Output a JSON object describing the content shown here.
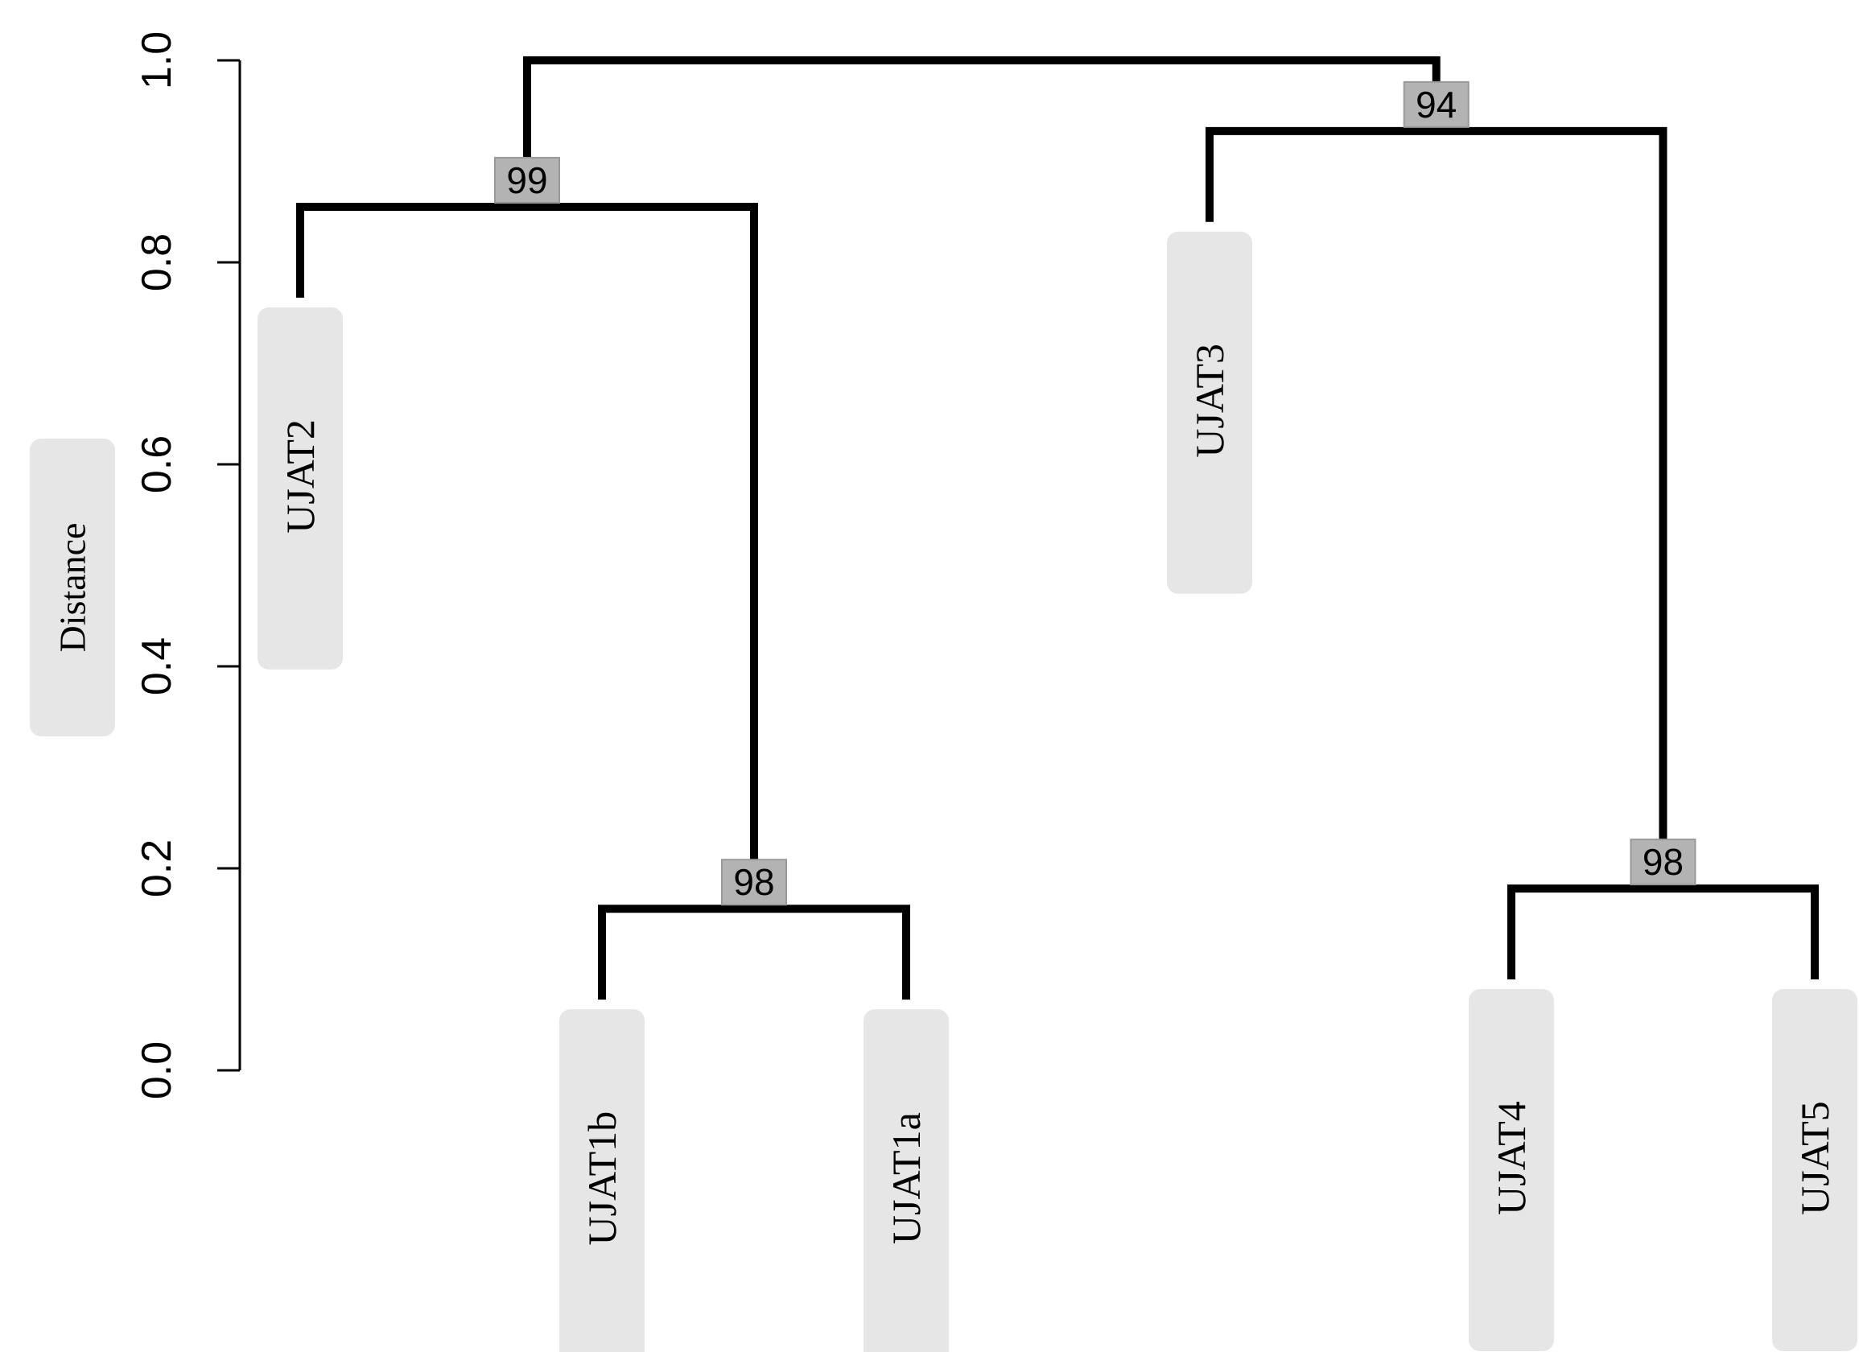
{
  "dendrogram": {
    "ylabel": "Distance",
    "ylim": [
      0,
      1.0
    ],
    "ticks": [
      "0.0",
      "0.2",
      "0.4",
      "0.6",
      "0.8",
      "1.0"
    ],
    "colors": {
      "branch": "#000000",
      "leaf_box": "#e6e6e6",
      "support_box": "#b3b3b3"
    },
    "leaves": [
      {
        "id": "UJAT2",
        "label": "UJAT2"
      },
      {
        "id": "UJAT1b",
        "label": "UJAT1b"
      },
      {
        "id": "UJAT1a",
        "label": "UJAT1a"
      },
      {
        "id": "UJAT3",
        "label": "UJAT3"
      },
      {
        "id": "UJAT4",
        "label": "UJAT4"
      },
      {
        "id": "UJAT5",
        "label": "UJAT5"
      }
    ],
    "merges": [
      {
        "id": "n1",
        "children": [
          "UJAT1b",
          "UJAT1a"
        ],
        "height": 0.16,
        "support": "98"
      },
      {
        "id": "n2",
        "children": [
          "UJAT4",
          "UJAT5"
        ],
        "height": 0.18,
        "support": "98"
      },
      {
        "id": "n3",
        "children": [
          "UJAT2",
          "n1"
        ],
        "height": 0.855,
        "support": "99"
      },
      {
        "id": "n4",
        "children": [
          "UJAT3",
          "n2"
        ],
        "height": 0.93,
        "support": "94"
      },
      {
        "id": "root",
        "children": [
          "n3",
          "n4"
        ],
        "height": 1.0,
        "support": ""
      }
    ]
  }
}
